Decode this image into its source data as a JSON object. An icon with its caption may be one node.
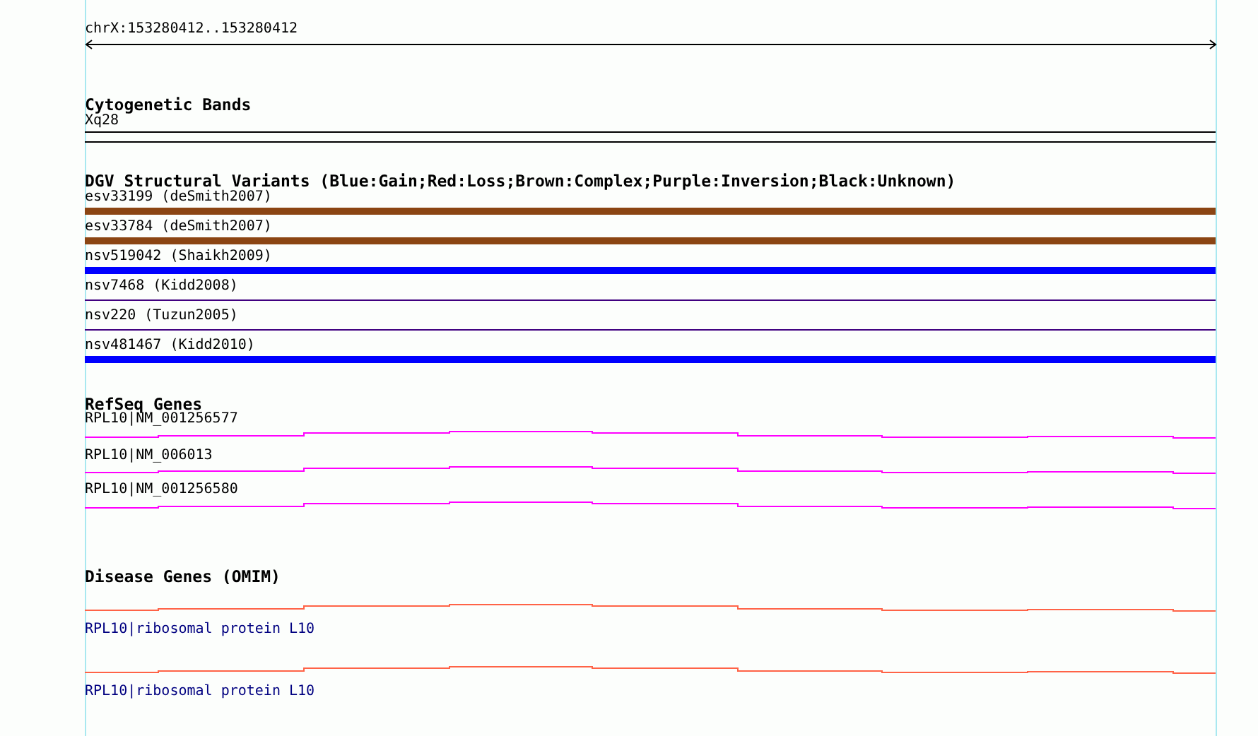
{
  "diagram": {
    "nodes": [
      {
        "text": [
          "Cytogenetic Bands"
        ]
      },
      {
        "text": [
          "Xq28"
        ]
      },
      {
        "text": [
          "DGV Structural Variants (Blue:Gain;Red:Loss;Brown:Complex;Purple:Inversion;Black:Unknown)"
        ]
      },
      {
        "text": [
          "esv33199 (deSmith2007)"
        ]
      },
      {
        "text": [
          "esv33784 (deSmith2007)"
        ]
      },
      {
        "text": [
          "nsv519042 (Shaikh2009)"
        ]
      },
      {
        "text": [
          "nsv7468 (Kidd2008)"
        ]
      },
      {
        "text": [
          "nsv220 (Tuzun2005)"
        ]
      },
      {
        "text": [
          "nsv481467 (Kidd2010)"
        ]
      },
      {
        "text": [
          "RefSeq Genes"
        ]
      },
      {
        "text": [
          "RPL10|NM_001256577"
        ]
      },
      {
        "text": [
          "RPL10|NM_006013"
        ]
      },
      {
        "text": [
          "RPL10|NM_001256580"
        ]
      },
      {
        "text": [
          "Disease Genes (OMIM)"
        ]
      },
      {
        "text": [
          "RPL10|ribosomal protein L10"
        ]
      },
      {
        "text": [
          "RPL10|ribosomal protein L10"
        ]
      }
    ],
    "labels": [
      "chrX:153280412..153280412"
    ]
  }
}
